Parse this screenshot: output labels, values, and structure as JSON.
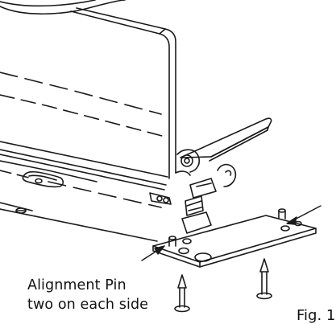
{
  "callout": {
    "line1": "Alignment Pin",
    "line2": "two on each side"
  },
  "figure_label": "Fig. 1",
  "line_color": "#1a1a1a"
}
